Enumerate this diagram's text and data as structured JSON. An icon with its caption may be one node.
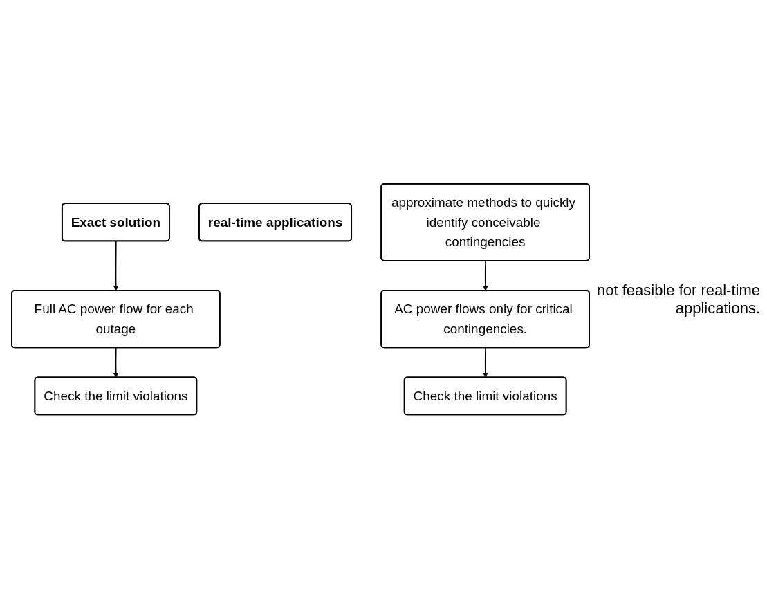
{
  "diagram": {
    "nodes": [
      {
        "text": [
          "Exact solution"
        ]
      },
      {
        "text": [
          "Full AC power flow for each outage"
        ]
      },
      {
        "text": [
          "Check the limit violations"
        ]
      },
      {
        "text": [
          "real-time applications"
        ]
      },
      {
        "text": [
          "approximate methods to quickly identify conceivable contingencies"
        ]
      },
      {
        "text": [
          "AC power flows only for critical contingencies."
        ]
      },
      {
        "text": [
          "Check the limit violations"
        ]
      }
    ],
    "edges": [
      {
        "from": 0,
        "to": 1,
        "arrow": "to"
      },
      {
        "from": 1,
        "to": 2,
        "arrow": "to"
      },
      {
        "from": 4,
        "to": 5,
        "arrow": "to"
      },
      {
        "from": 5,
        "to": 6,
        "arrow": "to"
      }
    ],
    "labels": [
      "not feasible for real-time applications."
    ]
  }
}
